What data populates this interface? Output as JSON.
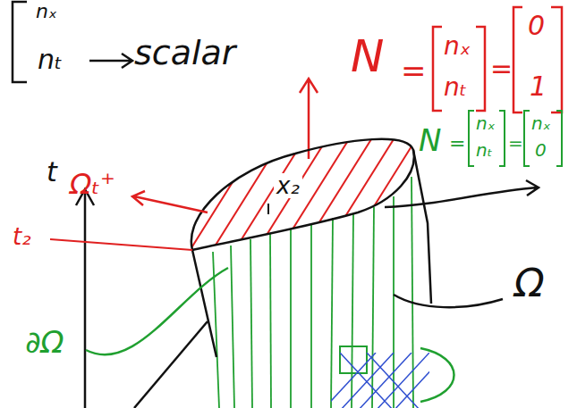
{
  "diagram": {
    "labels": [
      "nₓ",
      "nₜ",
      "scalar",
      "N",
      "=",
      "nₓ",
      "nₜ",
      "=",
      "0",
      "1",
      "N",
      "=",
      "nₓ",
      "nₜ",
      "=",
      "nₓ",
      "0",
      "Ωₜ⁺",
      "t",
      "t₂",
      "x₂",
      "Ω",
      "∂Ω"
    ]
  }
}
